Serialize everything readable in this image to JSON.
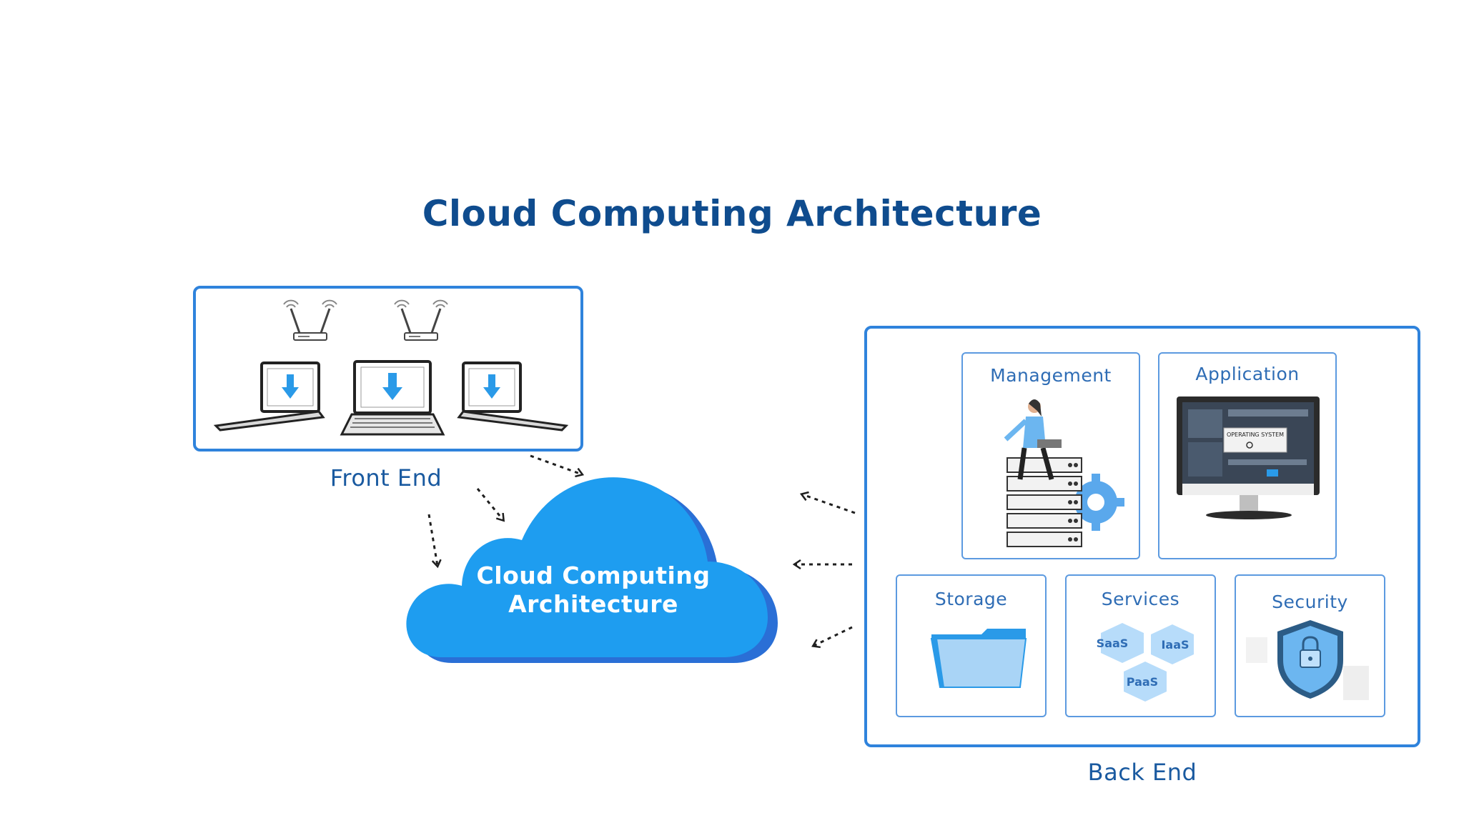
{
  "title": "Cloud Computing Architecture",
  "front_end": {
    "caption": "Front End"
  },
  "cloud": {
    "line1": "Cloud Computing",
    "line2": "Architecture"
  },
  "back_end": {
    "caption": "Back End",
    "panels": {
      "management": "Management",
      "application": "Application",
      "storage": "Storage",
      "services": "Services",
      "security": "Security"
    },
    "screen_label": "OPERATING SYSTEM",
    "service_types": [
      "SaaS",
      "IaaS",
      "PaaS"
    ]
  },
  "colors": {
    "accent": "#2f83dc",
    "title": "#0f4c8e",
    "cloud": "#1e9df0",
    "cloud_shadow": "#2a6fd6",
    "arrow": "#1f1f1f"
  },
  "icons": [
    "wifi-router-icon",
    "laptop-download-icon",
    "person-on-servers-icon",
    "gear-icon",
    "monitor-icon",
    "folder-icon",
    "hexagon-icon",
    "shield-lock-icon"
  ]
}
